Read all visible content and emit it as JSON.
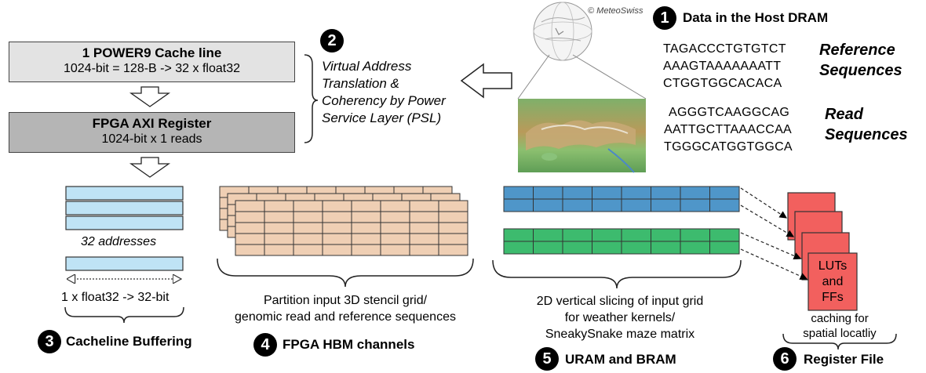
{
  "cacheline_box": {
    "title": "1 POWER9 Cache line",
    "subtitle": "1024-bit = 128-B -> 32 x float32"
  },
  "axi_box": {
    "title": "FPGA AXI Register",
    "subtitle": "1024-bit x 1 reads"
  },
  "step2": {
    "number": "2",
    "lines": [
      "Virtual Address",
      "Translation &",
      "Coherency by Power",
      "Service Layer (PSL)"
    ]
  },
  "step1": {
    "number": "1",
    "label": "Data in the Host DRAM"
  },
  "copyright": "© MeteoSwiss",
  "reference": {
    "sequences": [
      "TAGACCCTGTGTCT",
      "AAAGTAAAAAAATT",
      "CTGGTGGCACACA"
    ],
    "label_lines": [
      "Reference",
      "Sequences"
    ]
  },
  "read": {
    "sequences": [
      "AGGGTCAAGGCAG",
      "AATTGCTTAAACCAA",
      "TGGGCATGGTGGCA"
    ],
    "label_lines": [
      "Read",
      "Sequences"
    ]
  },
  "step3": {
    "number": "3",
    "label": "Cacheline Buffering",
    "addresses": "32 addresses",
    "width_label": "1 x float32  -> 32-bit"
  },
  "step4": {
    "number": "4",
    "label": "FPGA HBM channels",
    "caption_lines": [
      "Partition input 3D stencil grid/",
      "genomic read and reference sequences"
    ]
  },
  "step5": {
    "number": "5",
    "label": "URAM and BRAM",
    "caption_lines": [
      "2D vertical slicing of input grid",
      "for weather kernels/",
      "SneakySnake maze matrix"
    ]
  },
  "step6": {
    "number": "6",
    "label": "Register File",
    "block_lines": [
      "LUTs",
      "and",
      "FFs"
    ],
    "caption_lines": [
      "caching for",
      "spatial locatliy"
    ]
  },
  "colors": {
    "cacheline_fill": "#e3e3e3",
    "axi_fill": "#b5b5b5",
    "buffer_fill": "#bfe3f5",
    "hbm_fill": "#efcfb4",
    "uram_blue": "#4f96c9",
    "bram_green": "#3dbb6e",
    "register_red": "#f2605e"
  }
}
